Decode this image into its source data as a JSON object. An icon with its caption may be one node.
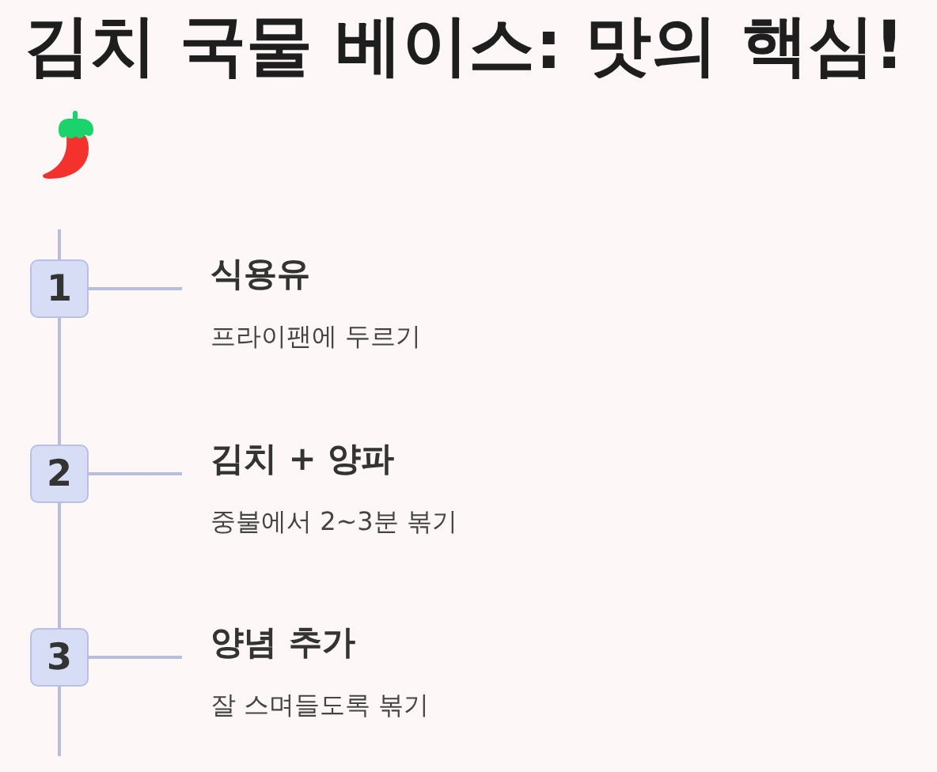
{
  "diagram": {
    "title": "김치 국물 베이스: 맛의 핵심!",
    "nodes": [
      {
        "text": [
          "1"
        ]
      },
      {
        "text": [
          "식용유",
          "프라이팬에 두르기"
        ]
      },
      {
        "text": [
          "2"
        ]
      },
      {
        "text": [
          "김치 + 양파",
          "중불에서 2~3분 볶기"
        ]
      },
      {
        "text": [
          "3"
        ]
      },
      {
        "text": [
          "양념 추가",
          "잘 스며들도록 볶기"
        ]
      }
    ],
    "edges": [
      {
        "from": null,
        "to": 0,
        "arrow": "none"
      },
      {
        "from": 0,
        "to": 1,
        "arrow": "none"
      },
      {
        "from": 0,
        "to": 2,
        "arrow": "none"
      },
      {
        "from": 2,
        "to": 3,
        "arrow": "none"
      },
      {
        "from": 2,
        "to": 4,
        "arrow": "none"
      },
      {
        "from": 4,
        "to": 5,
        "arrow": "none"
      },
      {
        "from": 4,
        "to": null,
        "arrow": "none"
      }
    ]
  }
}
